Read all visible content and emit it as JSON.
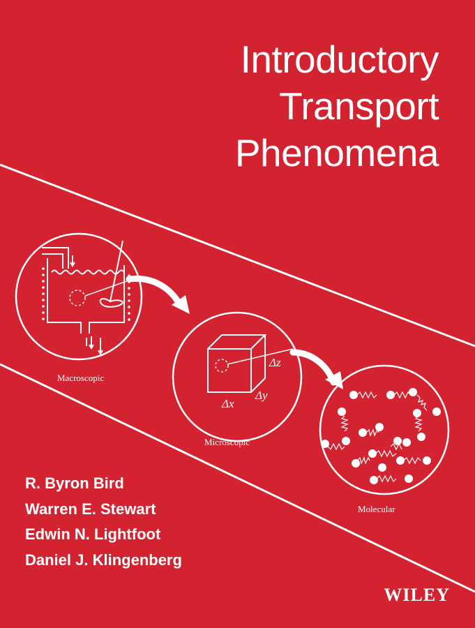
{
  "book": {
    "title_lines": [
      "Introductory",
      "Transport",
      "Phenomena"
    ],
    "authors": [
      "R. Byron Bird",
      "Warren E. Stewart",
      "Edwin N. Lightfoot",
      "Daniel J. Klingenberg"
    ],
    "publisher": "WILEY"
  },
  "figure": {
    "labels": {
      "macroscopic": "Macroscopic",
      "microscopic": "Microscopic",
      "molecular": "Molecular",
      "dx": "Δx",
      "dy": "Δy",
      "dz": "Δz"
    }
  },
  "colors": {
    "background": "#d42330",
    "foreground": "#ffffff"
  }
}
